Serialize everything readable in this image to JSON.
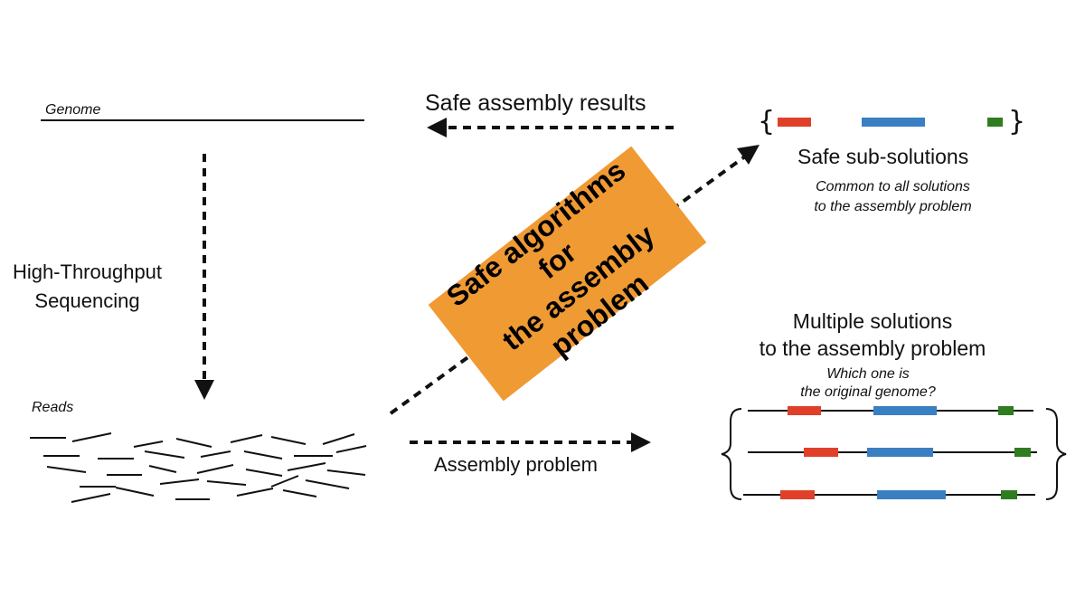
{
  "labels": {
    "genome": "Genome",
    "reads": "Reads",
    "high_throughput": [
      "High-Throughput",
      "Sequencing"
    ],
    "safe_results": "Safe assembly results",
    "assembly_problem": "Assembly problem",
    "safe_sub_solutions": "Safe sub-solutions",
    "common_to_all": [
      "Common to all solutions",
      "to the assembly problem"
    ],
    "multiple_solutions": [
      "Multiple solutions",
      "to the assembly problem"
    ],
    "which_one": [
      "Which one is",
      "the original genome?"
    ],
    "safe_algorithms_box": "Safe algorithms for\nthe assembly\nproblem"
  },
  "colors": {
    "red_segment": "#e0402a",
    "blue_segment": "#3a7fc1",
    "green_segment": "#2f7d1f",
    "orange_box": "#f09a33",
    "ink": "#111111"
  }
}
